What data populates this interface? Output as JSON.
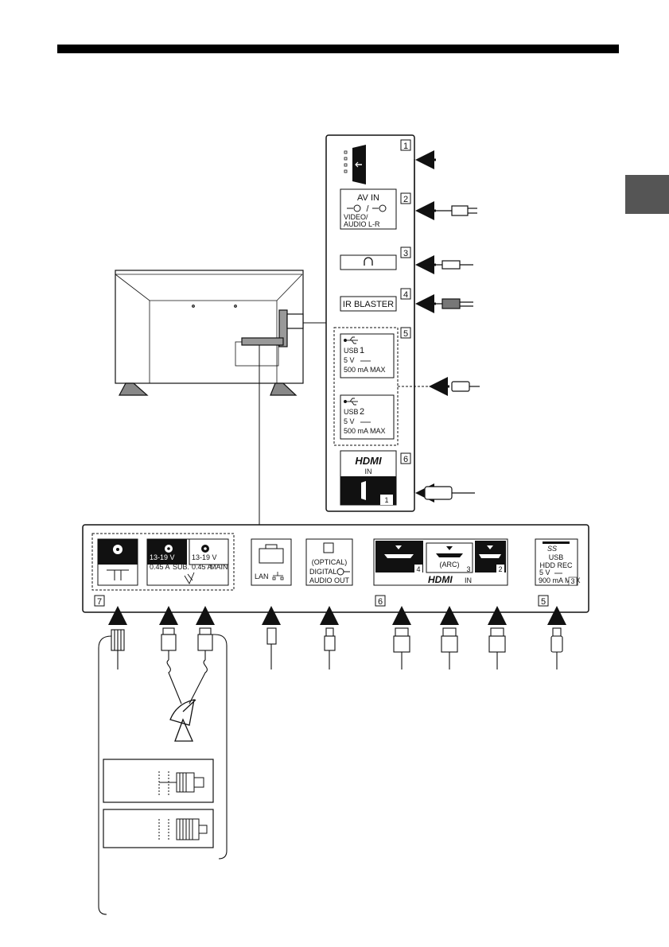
{
  "side_panel": {
    "ports": [
      {
        "number": "1"
      },
      {
        "number": "2",
        "line1": "AV IN",
        "line3": "VIDEO/",
        "line4": "AUDIO L-R",
        "sep": "/"
      },
      {
        "number": "3"
      },
      {
        "number": "4",
        "label": "IR BLASTER"
      },
      {
        "number": "5"
      },
      {
        "number": "6",
        "logo": "HDMI",
        "sub": "IN",
        "index": "1"
      }
    ],
    "usb": [
      {
        "name": "USB",
        "idx": "1",
        "volt": "5 V",
        "amp": "500 mA MAX"
      },
      {
        "name": "USB",
        "idx": "2",
        "volt": "5 V",
        "amp": "500 mA MAX"
      }
    ]
  },
  "bottom_panel": {
    "group_numbers": [
      "7",
      "6",
      "5"
    ],
    "sat": {
      "v1": "13-19 V",
      "a1": "0.45 A",
      "s1": "SUB.",
      "v2": "13-19 V",
      "a2": "0.45 A",
      "s2": "MAIN"
    },
    "lan": "LAN",
    "optical": {
      "l1": "(OPTICAL)",
      "l2": "DIGITAL",
      "l3": "AUDIO OUT"
    },
    "hdmi": {
      "p4": "4",
      "arc": "(ARC)",
      "p3": "3",
      "p2": "2",
      "logo": "HDMI",
      "in": "IN"
    },
    "usb3": {
      "ss": "SS",
      "usb": "USB",
      "hdd": "HDD REC",
      "volt": "5 V",
      "amp": "900 mA MAX",
      "idx": "3"
    }
  },
  "icons": [
    "tv-rear-icon",
    "card-slot-icon",
    "headphone-icon",
    "usb-icon",
    "satellite-dish-icon",
    "cable-plug-icon",
    "arrow-icon"
  ]
}
